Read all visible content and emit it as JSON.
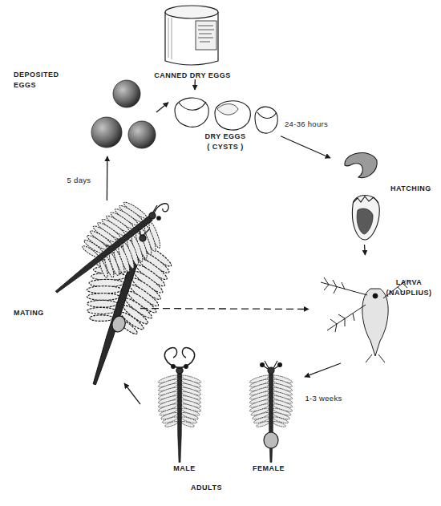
{
  "diagram": {
    "nodes": [
      {
        "text": [
          "CANNED DRY EGGS"
        ]
      },
      {
        "text": [
          "DEPOSITED EGGS"
        ]
      },
      {
        "text": [
          "DRY EGGS ( CYSTS )"
        ]
      },
      {
        "text": [
          "HATCHING"
        ]
      },
      {
        "text": [
          "LARVA (NAUPLIUS)"
        ]
      },
      {
        "text": [
          "MATING"
        ]
      },
      {
        "text": [
          "ADULTS"
        ]
      },
      {
        "text": [
          "MALE"
        ],
        "in": 6
      },
      {
        "text": [
          "FEMALE"
        ],
        "in": 6
      }
    ],
    "edges": [
      {
        "from": 0,
        "to": 2,
        "arrow": "to"
      },
      {
        "from": 1,
        "to": 2,
        "arrow": "to"
      },
      {
        "from": 2,
        "to": 3,
        "label": "24-36 hours",
        "arrow": "to"
      },
      {
        "from": 3,
        "to": 4,
        "arrow": "to"
      },
      {
        "from": 4,
        "to": 6,
        "label": "1-3 weeks",
        "arrow": "to"
      },
      {
        "from": 6,
        "to": 5,
        "arrow": "to"
      },
      {
        "from": 5,
        "to": 1,
        "label": "5 days",
        "arrow": "to"
      },
      {
        "from": 5,
        "to": 4,
        "arrow": "to"
      }
    ]
  }
}
